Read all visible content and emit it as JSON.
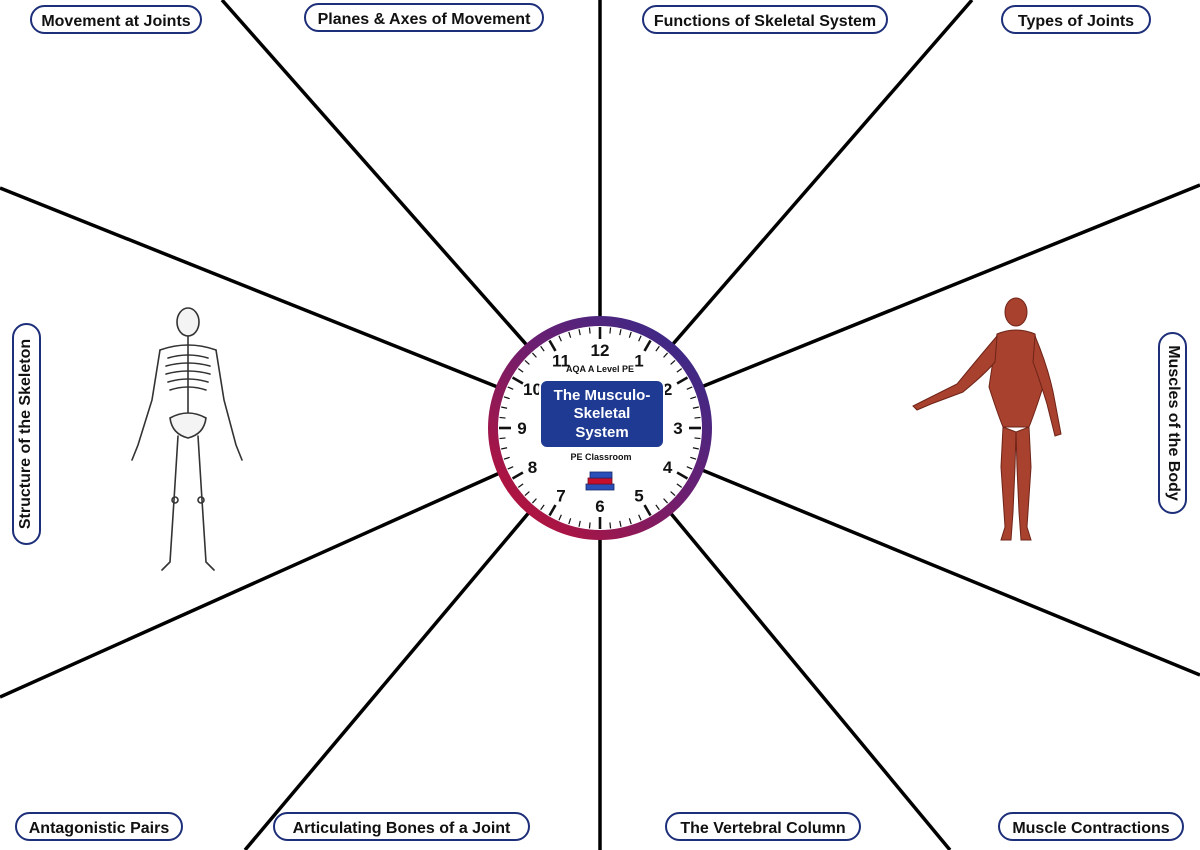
{
  "topics": {
    "movement_at_joints": "Movement at Joints",
    "planes_axes": "Planes & Axes of Movement",
    "functions_skeletal": "Functions of Skeletal System",
    "types_of_joints": "Types of Joints",
    "structure_skeleton": "Structure of the Skeleton",
    "muscles_body": "Muscles of the Body",
    "antagonistic_pairs": "Antagonistic Pairs",
    "articulating_bones": "Articulating Bones of a Joint",
    "vertebral_column": "The Vertebral Column",
    "muscle_contractions": "Muscle Contractions"
  },
  "clock": {
    "top_text": "AQA A Level PE",
    "title_lines": [
      "The Musculo-",
      "Skeletal",
      "System"
    ],
    "bottom_text": "PE Classroom",
    "numbers": [
      "12",
      "1",
      "2",
      "3",
      "4",
      "5",
      "6",
      "7",
      "8",
      "9",
      "10",
      "11"
    ]
  },
  "colors": {
    "pill_border": "#1e2f7a",
    "title_box": "#1f3a93",
    "ring_red": "#c8102e",
    "ring_blue": "#2b2d8f",
    "muscle": "#a8412e"
  },
  "images": {
    "left": "skeleton-illustration",
    "right": "muscle-anatomy-illustration"
  }
}
